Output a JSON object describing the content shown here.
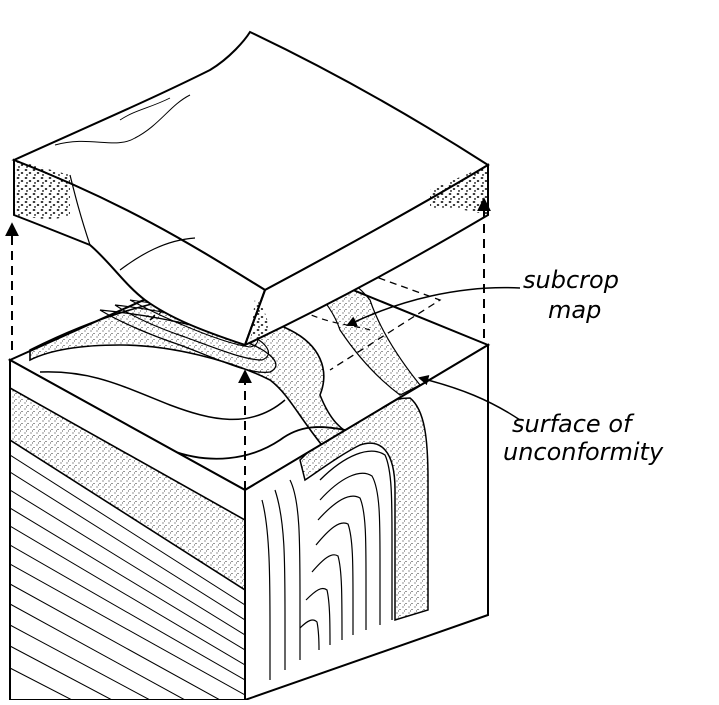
{
  "labels": {
    "subcrop_line1": "subcrop",
    "subcrop_line2": "map",
    "surface_line1": "surface of",
    "surface_line2": "unconformity"
  },
  "colors": {
    "ink": "#000000",
    "paper": "#ffffff"
  }
}
